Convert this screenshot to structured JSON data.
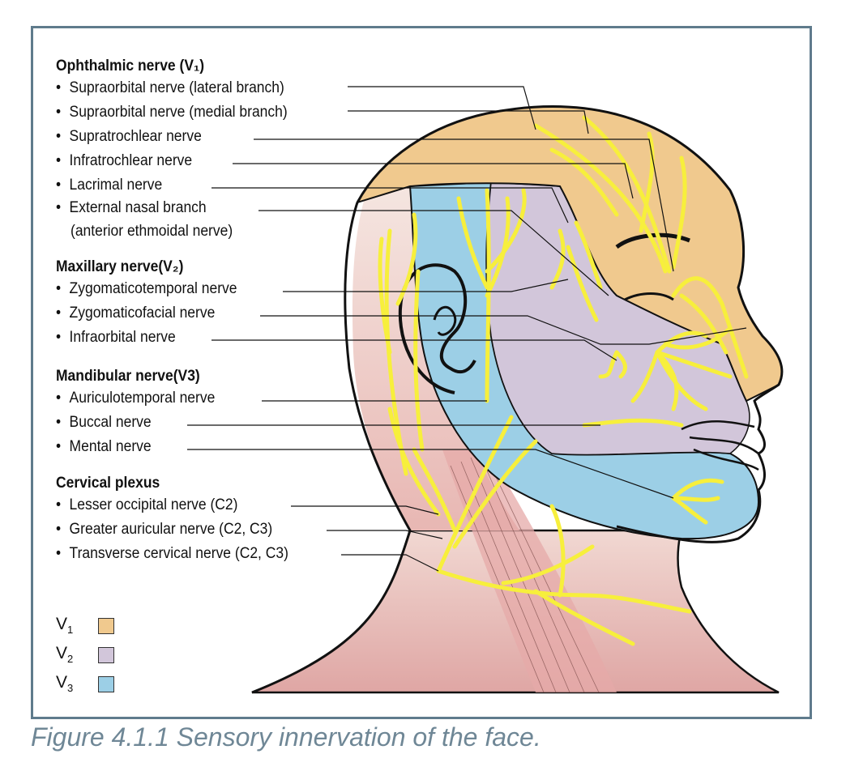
{
  "groups": [
    {
      "title": "Ophthalmic nerve (V₁)",
      "items": [
        "Supraorbital nerve (lateral branch)",
        "Supraorbital nerve (medial branch)",
        "Supratrochlear nerve",
        "Infratrochlear nerve",
        "Lacrimal nerve",
        "External nasal branch",
        "(anterior ethmoidal nerve)"
      ]
    },
    {
      "title": "Maxillary nerve(V₂)",
      "items": [
        "Zygomaticotemporal nerve",
        "Zygomaticofacial nerve",
        "Infraorbital nerve"
      ]
    },
    {
      "title": "Mandibular nerve(V3)",
      "items": [
        "Auriculotemporal nerve",
        "Buccal nerve",
        "Mental nerve"
      ]
    },
    {
      "title": "Cervical plexus",
      "items": [
        "Lesser occipital nerve (C2)",
        "Greater auricular nerve (C2, C3)",
        "Transverse cervical nerve (C2, C3)"
      ]
    }
  ],
  "legend": [
    {
      "label": "V",
      "sub": "1",
      "color": "#f0c98e"
    },
    {
      "label": "V",
      "sub": "2",
      "color": "#d2c6da"
    },
    {
      "label": "V",
      "sub": "3",
      "color": "#9ccfe6"
    }
  ],
  "caption": "Figure 4.1.1 Sensory innervation of the face.",
  "colors": {
    "frame": "#5f7b8c",
    "nerve": "#f7ef3c",
    "skin": "#f3dcd6",
    "neck_muscle": "#e7b3b0"
  }
}
